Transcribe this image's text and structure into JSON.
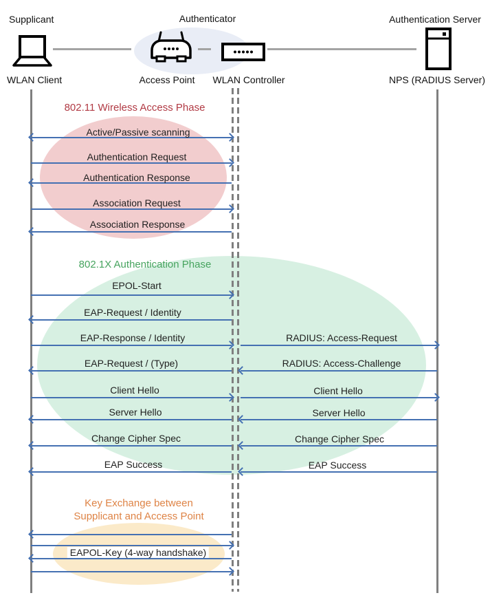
{
  "header": {
    "roles": [
      {
        "label": "Supplicant"
      },
      {
        "label": "Authenticator"
      },
      {
        "label": "Authentication Server"
      }
    ],
    "nodes": [
      {
        "label": "WLAN Client",
        "icon": "laptop-icon"
      },
      {
        "label": "Access Point",
        "icon": "access-point-icon"
      },
      {
        "label": "WLAN Controller",
        "icon": "wlan-controller-icon"
      },
      {
        "label": "NPS (RADIUS Server)",
        "icon": "server-icon"
      }
    ]
  },
  "phases": [
    {
      "title": "802.11 Wireless Access Phase"
    },
    {
      "title": "802.1X Authentication Phase"
    },
    {
      "title": "Key Exchange between\nSupplicant and Access Point",
      "arrow_directions": [
        "left",
        "right",
        "left",
        "right"
      ]
    }
  ],
  "messages": [
    {
      "label": "Active/Passive scanning",
      "from": "WLAN Client",
      "to": "WLAN Controller",
      "direction": "both"
    },
    {
      "label": "Authentication Request",
      "from": "WLAN Client",
      "to": "WLAN Controller",
      "direction": "right"
    },
    {
      "label": "Authentication Response",
      "from": "WLAN Controller",
      "to": "WLAN Client",
      "direction": "left"
    },
    {
      "label": "Association Request",
      "from": "WLAN Client",
      "to": "WLAN Controller",
      "direction": "right"
    },
    {
      "label": "Association Response",
      "from": "WLAN Controller",
      "to": "WLAN Client",
      "direction": "left"
    },
    {
      "label": "EPOL-Start",
      "from": "WLAN Client",
      "to": "WLAN Controller",
      "direction": "right"
    },
    {
      "label": "EAP-Request / Identity",
      "from": "WLAN Controller",
      "to": "WLAN Client",
      "direction": "left"
    },
    {
      "label": "EAP-Response / Identity",
      "from": "WLAN Client",
      "to": "WLAN Controller",
      "direction": "right"
    },
    {
      "label": "RADIUS: Access-Request",
      "from": "WLAN Controller",
      "to": "NPS (RADIUS Server)",
      "direction": "right"
    },
    {
      "label": "EAP-Request / (Type)",
      "from": "WLAN Controller",
      "to": "WLAN Client",
      "direction": "left"
    },
    {
      "label": "RADIUS: Access-Challenge",
      "from": "NPS (RADIUS Server)",
      "to": "WLAN Controller",
      "direction": "left"
    },
    {
      "label": "Client Hello",
      "from": "WLAN Client",
      "to": "WLAN Controller",
      "direction": "right"
    },
    {
      "label": "Client Hello",
      "from": "WLAN Controller",
      "to": "NPS (RADIUS Server)",
      "direction": "right"
    },
    {
      "label": "Server Hello",
      "from": "WLAN Controller",
      "to": "WLAN Client",
      "direction": "left"
    },
    {
      "label": "Server Hello",
      "from": "NPS (RADIUS Server)",
      "to": "WLAN Controller",
      "direction": "left"
    },
    {
      "label": "Change Cipher Spec",
      "from": "WLAN Controller",
      "to": "WLAN Client",
      "direction": "left"
    },
    {
      "label": "Change Cipher Spec",
      "from": "NPS (RADIUS Server)",
      "to": "WLAN Controller",
      "direction": "left"
    },
    {
      "label": "EAP Success",
      "from": "WLAN Controller",
      "to": "WLAN Client",
      "direction": "left"
    },
    {
      "label": "EAP Success",
      "from": "NPS (RADIUS Server)",
      "to": "WLAN Controller",
      "direction": "left"
    },
    {
      "label": "EAPOL-Key (4-way handshake)",
      "from": "WLAN Client",
      "to": "Access Point",
      "direction": "both"
    }
  ],
  "colors": {
    "arrow": "#4470B2",
    "lifeline": "#7F7F7F",
    "connector": "#A3A3A3",
    "text": "#1F1F1F",
    "phase1_title": "#B13A44",
    "phase2_title": "#47A45F",
    "phase3_title": "#DE8345",
    "phase1_fill": "#F2CDCE",
    "phase2_fill": "#D7F0E2",
    "phase3_fill": "#FBEAC9",
    "authenticator_fill": "#E9EDF6",
    "icon": "#000000"
  }
}
